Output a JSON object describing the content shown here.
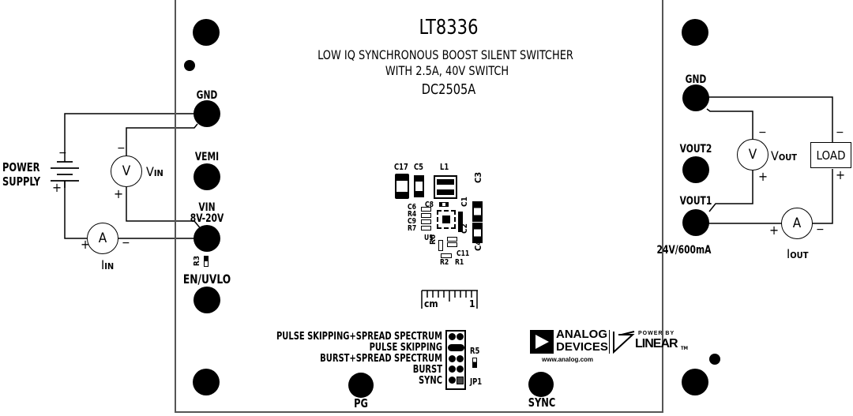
{
  "board": {
    "part_number": "LT8336",
    "subtitle_line1": "LOW IQ SYNCHRONOUS BOOST SILENT SWITCHER",
    "subtitle_line2": "WITH 2.5A, 40V SWITCH",
    "board_id": "DC2505A"
  },
  "left_terminals": {
    "gnd": "GND",
    "vemi": "VEMI",
    "vin": "VIN",
    "vin_range": "8V-20V",
    "r3": "R3",
    "en_uvlo": "EN/UVLO"
  },
  "right_terminals": {
    "gnd": "GND",
    "vout2": "VOUT2",
    "vout1": "VOUT1",
    "vout_rating": "24V/600mA"
  },
  "input_circuit": {
    "power_supply_line1": "POWER",
    "power_supply_line2": "SUPPLY",
    "voltmeter_symbol": "V",
    "voltmeter_label": "V",
    "voltmeter_sub": "IN",
    "ammeter_symbol": "A",
    "ammeter_label": "I",
    "ammeter_sub": "IN",
    "plus": "+",
    "minus": "−"
  },
  "output_circuit": {
    "voltmeter_symbol": "V",
    "voltmeter_label": "V",
    "voltmeter_sub": "OUT",
    "ammeter_symbol": "A",
    "ammeter_label": "I",
    "ammeter_sub": "OUT",
    "load_label": "LOAD",
    "plus": "+",
    "minus": "−"
  },
  "components": {
    "c17": "C17",
    "c5": "C5",
    "l1": "L1",
    "c3": "C3",
    "c8": "C8",
    "c1": "C1",
    "c6": "C6",
    "r4": "R4",
    "c9": "C9",
    "r7": "R7",
    "u1": "U1",
    "c2": "C2",
    "r6": "R6",
    "c11": "C11",
    "r2": "R2",
    "r1": "R1",
    "c4": "C4"
  },
  "scale": {
    "unit": "cm",
    "value": "1"
  },
  "jumper": {
    "name": "JP1",
    "r5": "R5",
    "options": [
      "PULSE SKIPPING+SPREAD SPECTRUM",
      "PULSE SKIPPING",
      "BURST+SPREAD SPECTRUM",
      "BURST",
      "SYNC"
    ],
    "selected": "PULSE SKIPPING"
  },
  "bottom_terminals": {
    "pg": "PG",
    "sync": "SYNC"
  },
  "logo": {
    "line1": "ANALOG",
    "line2": "DEVICES",
    "url": "www.analog.com",
    "power_by": "POWER BY",
    "linear": "LINEAR",
    "tm": "TM"
  }
}
